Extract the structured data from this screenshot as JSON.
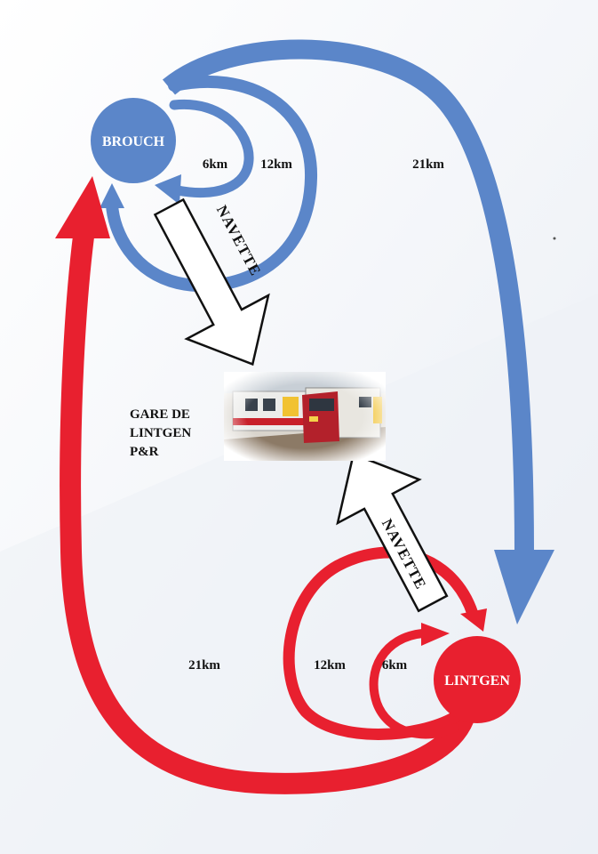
{
  "nodes": {
    "top": {
      "label": "BROUCH",
      "color": "#5b86c9"
    },
    "bottom": {
      "label": "LINTGEN",
      "color": "#e8202f"
    }
  },
  "distances": {
    "top_small": "6km",
    "top_medium": "12km",
    "top_large": "21km",
    "bottom_small": "6km",
    "bottom_medium": "12km",
    "bottom_large": "21km"
  },
  "shuttle": {
    "top_label": "NAVETTE",
    "bottom_label": "NAVETTE"
  },
  "station": {
    "line1": "GARE DE",
    "line2": "LINTGEN",
    "line3": "P&R"
  },
  "colors": {
    "blue": "#5b86c9",
    "red": "#e8202f",
    "background": "#f7f9fc"
  }
}
